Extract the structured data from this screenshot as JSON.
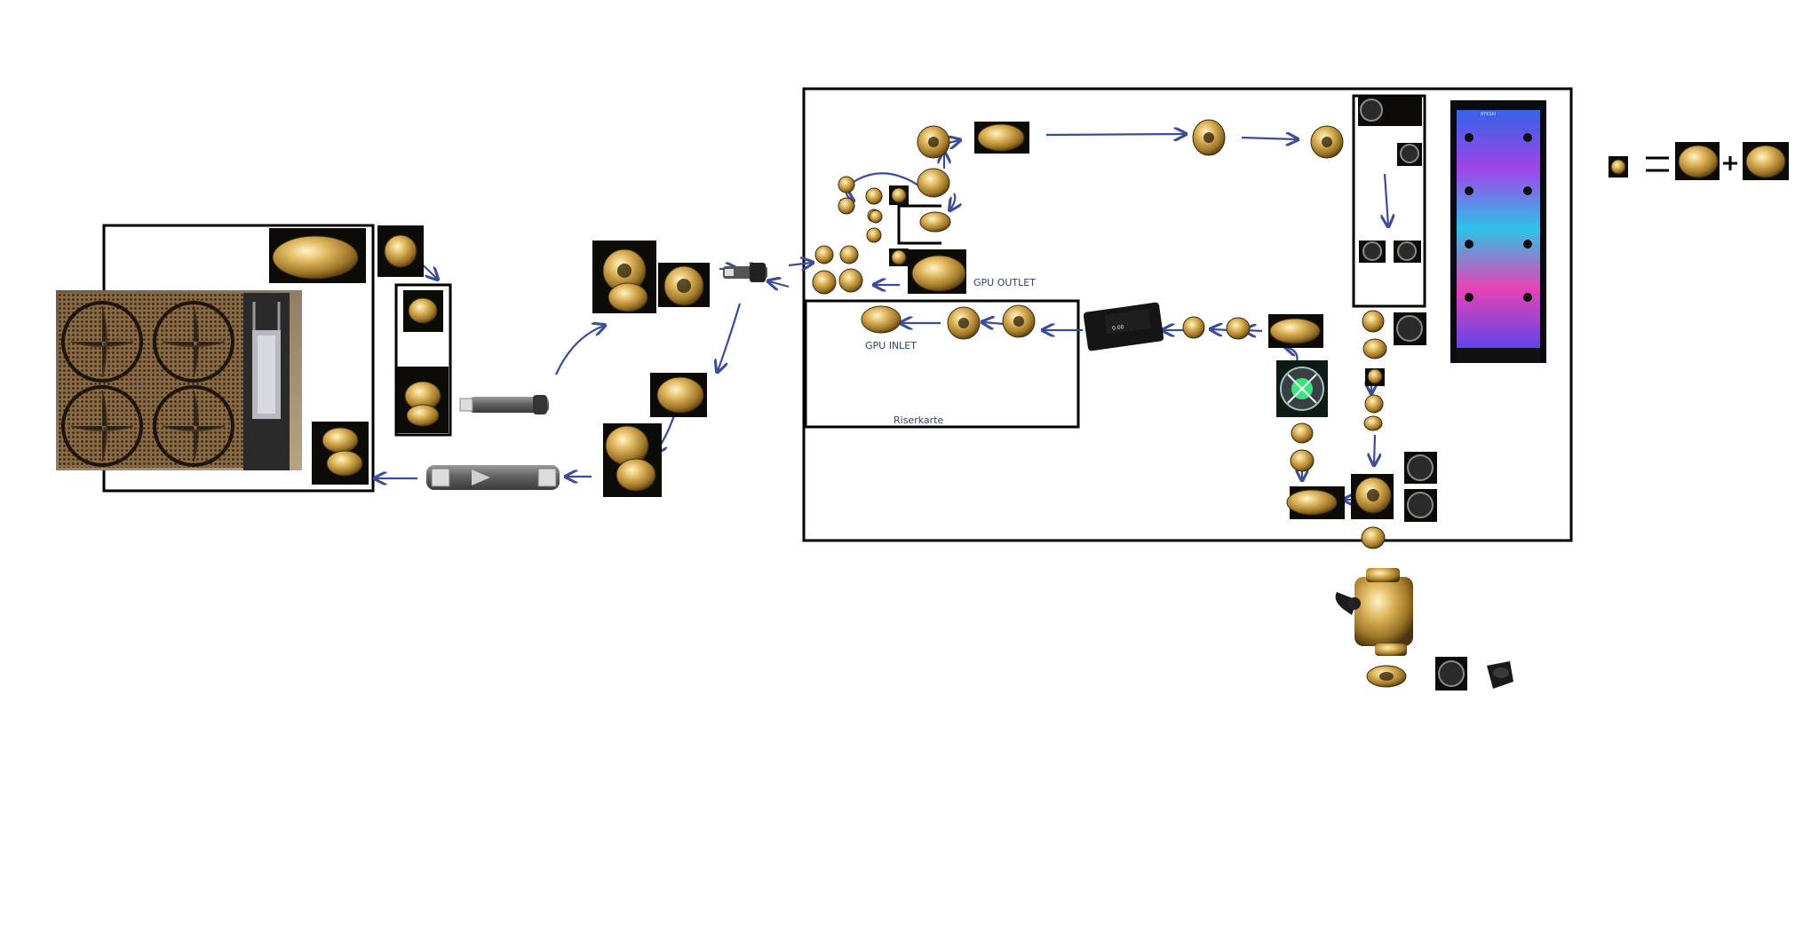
{
  "labels": {
    "gpu_outlet": "GPU OUTLET",
    "gpu_inlet": "GPU INLET",
    "riser": "Riserkarte"
  },
  "equation": {
    "equals": "=",
    "plus": "+"
  },
  "colors": {
    "arrow": "#3c4c9a",
    "frame": "#000000",
    "brass": "#c8a040",
    "brass_dark": "#5b4313",
    "photo_bg": "#0d0b08"
  },
  "icons": [
    "radiator-photo",
    "brass-fitting-icon",
    "rotary-elbow-icon",
    "quick-disconnect-icon",
    "flow-meter-icon",
    "pump-icon",
    "reservoir-icon",
    "ball-valve-icon",
    "stop-plug-icon"
  ]
}
